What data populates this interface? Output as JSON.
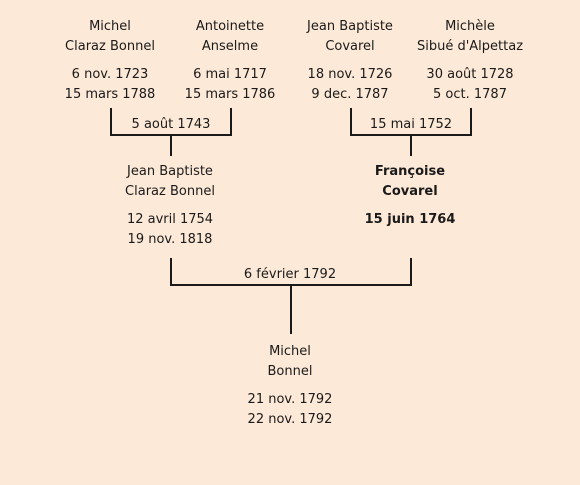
{
  "people": {
    "p1": {
      "name_line1": "Michel",
      "name_line2": "Claraz Bonnel",
      "born": "6 nov. 1723",
      "died": "15 mars 1788"
    },
    "p2": {
      "name_line1": "Antoinette",
      "name_line2": "Anselme",
      "born": "6 mai 1717",
      "died": "15 mars 1786"
    },
    "p3": {
      "name_line1": "Jean Baptiste",
      "name_line2": "Covarel",
      "born": "18 nov. 1726",
      "died": "9 dec. 1787"
    },
    "p4": {
      "name_line1": "Michèle",
      "name_line2": "Sibué d'Alpettaz",
      "born": "30 août 1728",
      "died": "5 oct. 1787"
    },
    "father": {
      "name_line1": "Jean Baptiste",
      "name_line2": "Claraz Bonnel",
      "born": "12 avril 1754",
      "died": "19 nov. 1818"
    },
    "mother": {
      "name_line1": "Françoise",
      "name_line2": "Covarel",
      "born": "15 juin 1764"
    },
    "child": {
      "name_line1": "Michel",
      "name_line2": "Bonnel",
      "born": "21 nov. 1792",
      "died": "22 nov. 1792"
    }
  },
  "marriages": {
    "paternal": "5 août 1743",
    "maternal": "15 mai 1752",
    "parents": "6 février 1792"
  }
}
